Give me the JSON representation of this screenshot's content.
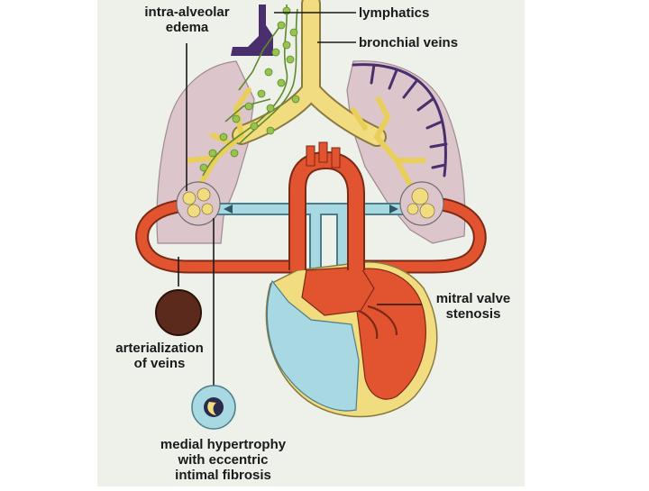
{
  "labels": {
    "edema": [
      "intra-alveolar",
      "edema"
    ],
    "lymphatics": "lymphatics",
    "bronchial_veins": "bronchial veins",
    "mitral": [
      "mitral valve",
      "stenosis"
    ],
    "arterialization": [
      "arterialization",
      "of veins"
    ],
    "hypertrophy": [
      "medial hypertrophy",
      "with eccentric",
      "intimal fibrosis"
    ]
  },
  "colors": {
    "paper": "#eef0ea",
    "lung": "#dcc6cc",
    "arterial": "#e2532f",
    "venous": "#a8d8e2",
    "bronchus": "#f1dd80",
    "lymph": "#97c44f",
    "purple_vein": "#4a2f6e",
    "ink": "#1a1a1a"
  }
}
